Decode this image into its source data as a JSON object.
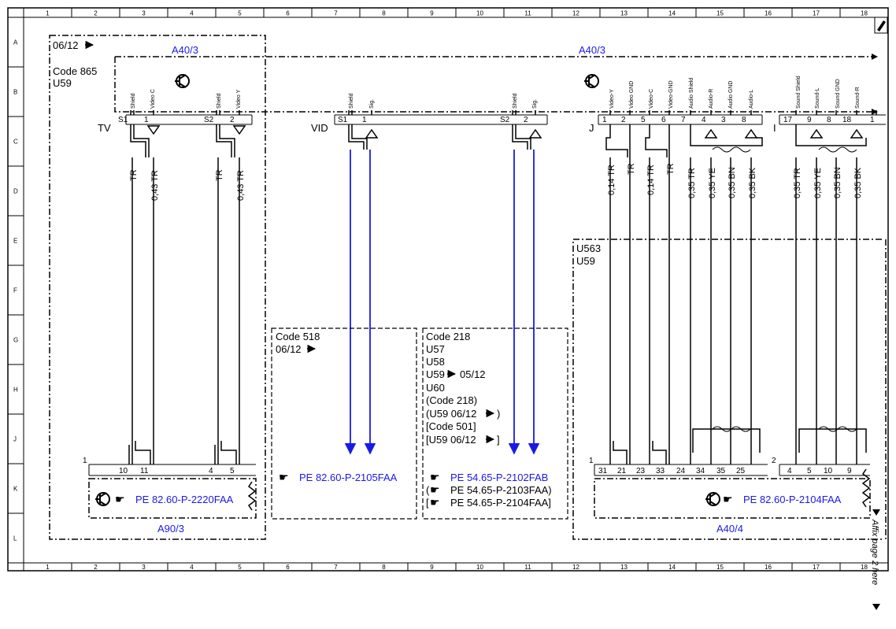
{
  "grid": {
    "columns": [
      "1",
      "2",
      "3",
      "4",
      "5",
      "6",
      "7",
      "8",
      "9",
      "10",
      "11",
      "12",
      "13",
      "14",
      "15",
      "16",
      "17",
      "18"
    ],
    "rows": [
      "A",
      "B",
      "C",
      "D",
      "E",
      "F",
      "G",
      "H",
      "J",
      "K",
      "L"
    ]
  },
  "colors": {
    "wire_blue": "#1a1ae6",
    "text_blue": "#1a1ae6",
    "line": "#000000"
  },
  "modules": {
    "a40_3_left": "A40/3",
    "a40_3_right": "A40/3",
    "a90_3": "A90/3",
    "a40_4": "A40/4"
  },
  "labels": {
    "date_0612": "06/12",
    "code865": "Code 865",
    "u59": "U59",
    "tv": "TV",
    "vid": "VID",
    "j": "J",
    "i": "I",
    "u563": "U563",
    "u59b": "U59"
  },
  "pins_top": {
    "shield": "Shield",
    "video_c": "Video C",
    "video_y": "Video Y",
    "sig": "Sig.",
    "video_y2": "Video-Y",
    "video_gnd": "Video GND",
    "video_c2": "Video-C",
    "video_gnd2": "Video-GND",
    "audio_shield": "Audio Shield",
    "audio_r": "Audio-R",
    "audio_gnd": "Audio GND",
    "audio_l": "Audio-L",
    "sound_shield": "Sound Shield",
    "sound_l": "Sound-L",
    "sound_gnd": "Sound GND",
    "sound_r": "Sound-R"
  },
  "pin_numbers_top": {
    "s1": "S1",
    "p1": "1",
    "s2": "S2",
    "p2": "2",
    "vid_s1": "S1",
    "vid_1": "1",
    "vid_s2": "S2",
    "vid_2": "2",
    "j1": "1",
    "j2": "2",
    "j5": "5",
    "j6": "6",
    "j7": "7",
    "j4": "4",
    "j3": "3",
    "j8": "8",
    "i17": "17",
    "i9": "9",
    "i8": "8",
    "i18": "18",
    "i1": "1"
  },
  "wires": {
    "w1": "TR",
    "w2": "0,43 TR",
    "w3": "TR",
    "w4": "0,43 TR",
    "w5": "0,14 TR",
    "w6": "TR",
    "w7": "0,14 TR",
    "w8": "TR",
    "w9": "0,35 TR",
    "w10": "0,35 YE",
    "w11": "0,35 BN",
    "w12": "0,35 BK",
    "w13": "0,35 TR",
    "w14": "0,35 YE",
    "w15": "0,35 BN",
    "w16": "0,35 BK"
  },
  "pin_numbers_bottom": {
    "b1": "1",
    "b10": "10",
    "b11": "11",
    "b4": "4",
    "b5": "5",
    "c1": "1",
    "c31": "31",
    "c21": "21",
    "c23": "23",
    "c33": "33",
    "c24": "24",
    "c34": "34",
    "c35": "35",
    "c25": "25",
    "d2": "2",
    "d4": "4",
    "d5": "5",
    "d10": "10",
    "d9": "9"
  },
  "boxes": {
    "code518": "Code 518",
    "date518": "06/12",
    "code218": [
      "Code 218",
      "U57",
      "U58",
      "U59",
      "U60",
      "(Code 218)",
      "(U59  06/12",
      "[Code 501]",
      "[U59  06/12"
    ],
    "date218": "05/12",
    "close_paren": ")",
    "close_bracket": "]"
  },
  "references": {
    "ref_a90": "PE 82.60-P-2220FAA",
    "ref_518": "PE 82.60-P-2105FAA",
    "ref_218a": "PE 54.65-P-2102FAB",
    "ref_218b": "PE 54.65-P-2103FAA)",
    "ref_218c": "PE 54.65-P-2104FAA]",
    "ref_218b_open": "(",
    "ref_218c_open": "[",
    "ref_a404": "PE 82.60-P-2104FAA"
  },
  "side_note": "Affix page 2 here"
}
